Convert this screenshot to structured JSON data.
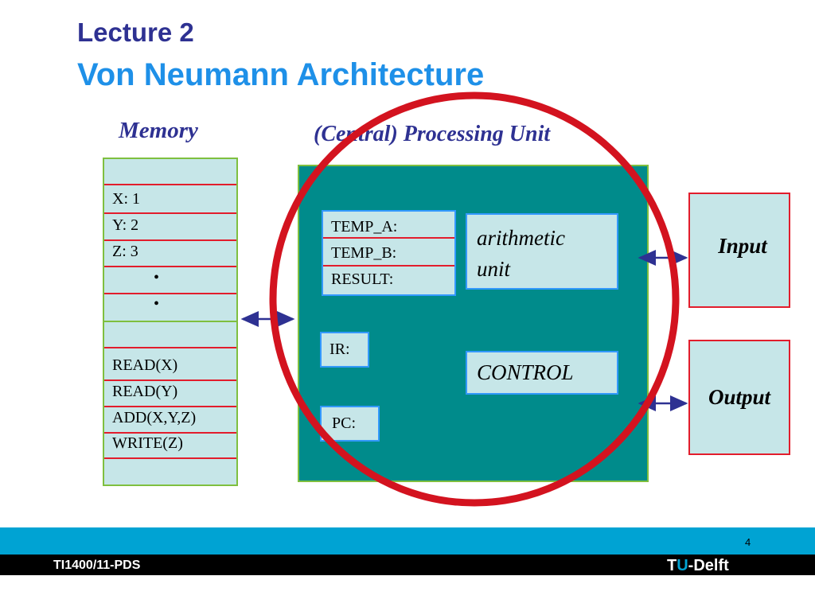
{
  "title": {
    "line1": "Lecture 2",
    "line2": "Von Neumann Architecture"
  },
  "memory": {
    "heading": "Memory",
    "data_rows": [
      "",
      "X:  1",
      "Y:  2",
      "Z:  3",
      "•",
      "•"
    ],
    "program_rows": [
      "",
      "READ(X)",
      "READ(Y)",
      "ADD(X,Y,Z)",
      "WRITE(Z)",
      ""
    ]
  },
  "cpu": {
    "heading": "(Central) Processing Unit",
    "registers": [
      "TEMP_A:",
      "TEMP_B:",
      "RESULT:"
    ],
    "alu_label_line1": "arithmetic",
    "alu_label_line2": "unit",
    "ir_label": "IR:",
    "pc_label": "PC:",
    "control_label": "CONTROL"
  },
  "io": {
    "input_label": "Input",
    "output_label": "Output"
  },
  "footer": {
    "page_number": "4",
    "course_code": "TI1400/11-PDS",
    "logo_t": "T",
    "logo_u": "U",
    "logo_rest": "-Delft"
  },
  "colors": {
    "title_dark": "#2e3192",
    "title_blue": "#1e90e8",
    "cpu_fill": "#008b8b",
    "box_fill": "#c6e6e8",
    "highlight_red": "#e21d2c",
    "footer_teal": "#00a3d3",
    "arrow": "#2e3192"
  }
}
